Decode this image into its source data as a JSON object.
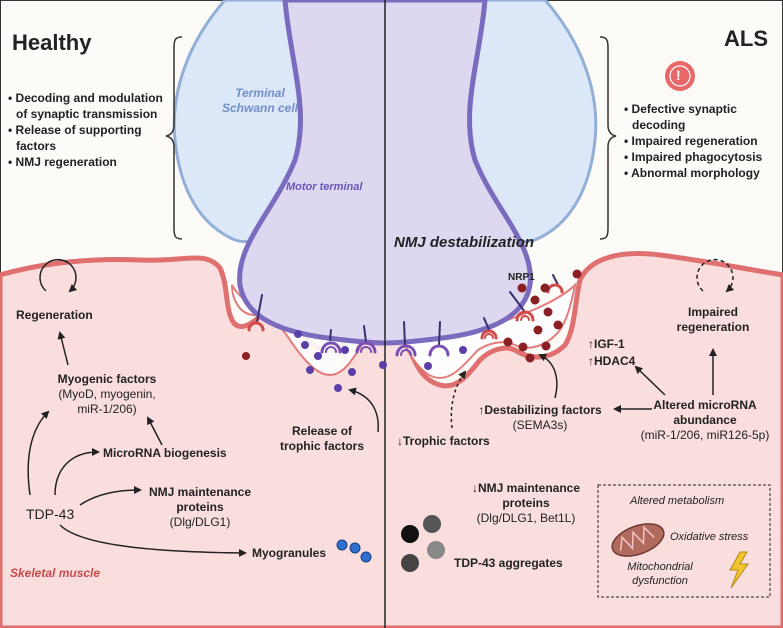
{
  "panels": {
    "healthy_title": "Healthy",
    "als_title": "ALS"
  },
  "healthy_functions": [
    "• Decoding and modulation",
    "  of synaptic transmission",
    "• Release of supporting",
    "  factors",
    "• NMJ regeneration"
  ],
  "als_functions": [
    "• Defective synaptic",
    "  decoding",
    "• Impaired regeneration",
    "• Impaired phagocytosis",
    "• Abnormal morphology"
  ],
  "warning_symbol": "!",
  "structures": {
    "schwann_cell": [
      "Terminal",
      "Schwann cell"
    ],
    "motor_terminal": "Motor terminal",
    "nmj_destabilization": "NMJ  destabilization",
    "nrp1": "NRP1",
    "skeletal_muscle": "Skeletal muscle"
  },
  "healthy_labels": {
    "regeneration": "Regeneration",
    "myogenic_title": "Myogenic factors",
    "myogenic_detail": [
      "(MyoD, myogenin,",
      "miR-1/206)"
    ],
    "microrna_biogenesis": "MicroRNA biogenesis",
    "nmj_maintenance": [
      "NMJ maintenance",
      "proteins"
    ],
    "nmj_maintenance_detail": "(Dlg/DLG1)",
    "tdp43": "TDP-43",
    "myogranules": "Myogranules",
    "release_trophic": [
      "Release of",
      "trophic factors"
    ]
  },
  "als_labels": {
    "impaired_regeneration": [
      "Impaired",
      "regeneration"
    ],
    "igf1": "↑IGF-1",
    "hdac4": "↑HDAC4",
    "altered_mirna": [
      "Altered microRNA",
      "abundance"
    ],
    "altered_mirna_detail": "(miR-1/206, miR126-5p)",
    "destabilizing": "↑Destabilizing factors",
    "destabilizing_detail": "(SEMA3s)",
    "trophic_down": "↓Trophic factors",
    "nmj_maintenance_down": [
      "↓NMJ maintenance",
      "proteins"
    ],
    "nmj_maintenance_down_detail": "(Dlg/DLG1, Bet1L)",
    "tdp43_aggregates": "TDP-43 aggregates",
    "metabolism_box": {
      "altered_metabolism": "Altered metabolism",
      "oxidative_stress": "Oxidative stress",
      "mitochondrial_dysfunction": [
        "Mitochondrial",
        "dysfunction"
      ]
    }
  },
  "colors": {
    "muscle_fill": "#fadede",
    "muscle_border": "#e07070",
    "schwann_fill": "#dce8f8",
    "schwann_border": "#93afd8",
    "axon_fill": "#ddd7f0",
    "axon_border": "#7b6bbf",
    "trophic_dot": "#5b3fa8",
    "destab_dot": "#8a1f24",
    "myogranule": "#2e6fd0",
    "warning": "#e06060",
    "mitochondria": "#b06a5e",
    "lightning": "#f4c430"
  }
}
